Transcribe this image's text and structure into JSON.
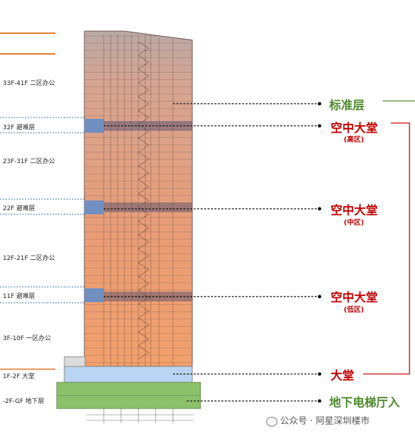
{
  "floor_labels": {
    "zone2_office_upper": "33F-41F 二区办公",
    "refuge_32": "32F 避难层",
    "zone2_office_mid": "23F-31F 二区办公",
    "refuge_22": "22F 避难层",
    "zone2_office_low": "12F-21F 二区办公",
    "refuge_11": "11F 避难层",
    "zone1_office": "3F-10F 一区办公",
    "lobby": "1F-2F 大堂",
    "basement": "-2F-GF 地下层"
  },
  "right_labels": {
    "standard_floor": "标准层",
    "sky_lobby_high": "空中大堂",
    "sky_lobby_high_sub": "(高区)",
    "sky_lobby_mid": "空中大堂",
    "sky_lobby_mid_sub": "(中区)",
    "sky_lobby_low": "空中大堂",
    "sky_lobby_low_sub": "(低区)",
    "lobby": "大堂",
    "basement_elevator_hall": "地下电梯厅入"
  },
  "watermark": "公众号 · 阿星深圳楼市",
  "colors": {
    "red": "#c00000",
    "green": "#4e8a2d",
    "orange_line": "#e0752d",
    "office_top": "#c9a59f",
    "office_bottom": "#f0a070",
    "refuge_blue": "#6f8fc0",
    "lobby_blue": "#b8d4f0",
    "basement_green": "#8cc06a"
  }
}
